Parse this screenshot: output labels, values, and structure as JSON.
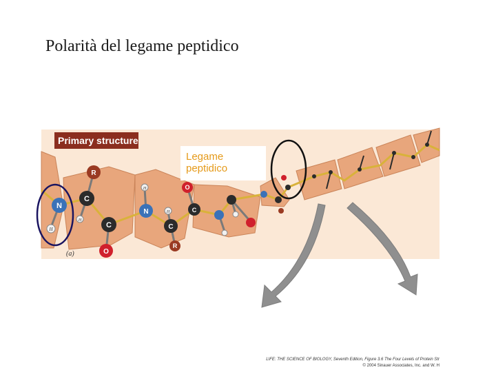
{
  "title": "Polarità del legame peptidico",
  "figure": {
    "section_label": "Primary structure",
    "callout_line1": "Legame",
    "callout_line2": "peptidico",
    "panel_label": "(a)",
    "atoms": {
      "n": "N",
      "c": "C",
      "o": "O",
      "h": "H",
      "r": "R"
    },
    "credit_line1": "LIFE: THE SCIENCE OF BIOLOGY, Seventh Edition, Figure 3.6 The Four Levels of Protein Str",
    "credit_line2": "© 2004 Sinauer Associates, Inc. and W. H"
  },
  "colors": {
    "panel_bg": "#fbe8d6",
    "residue_block": "#e8a67c",
    "block_outline": "#c98358",
    "tag_bg": "#8b2e1f",
    "callout_text": "#e59a1a",
    "highlight_ring": "#1a1460",
    "nitrogen": "#3a72b8",
    "carbon": "#2b2b2b",
    "oxygen": "#d0202c",
    "r_group": "#9a3a22",
    "arrow": "#8f8f8f"
  }
}
